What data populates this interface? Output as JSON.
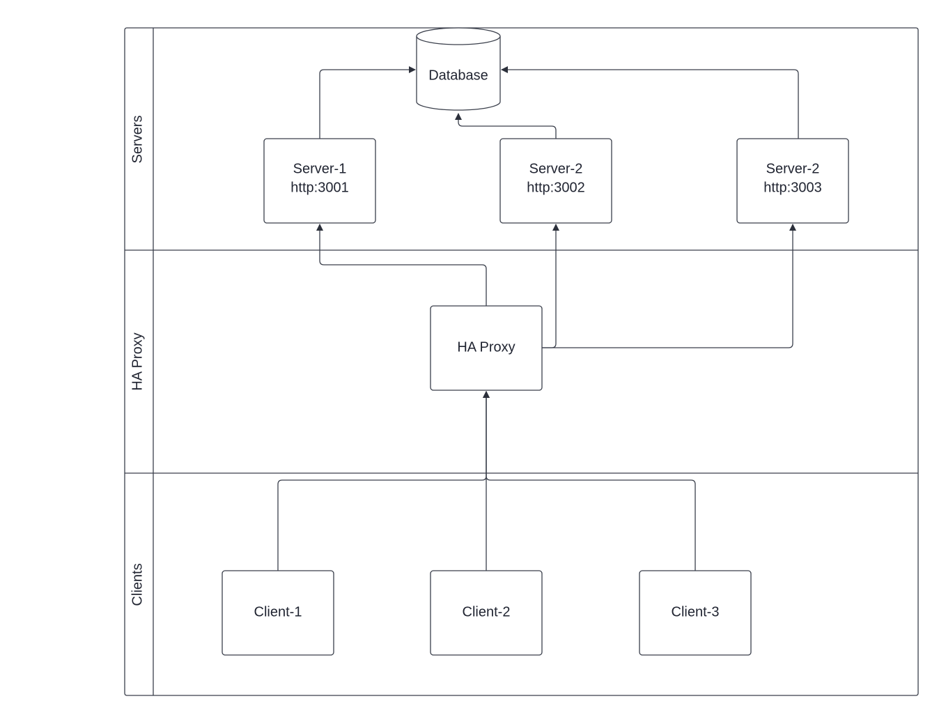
{
  "swimlanes": [
    {
      "id": "servers",
      "label": "Servers"
    },
    {
      "id": "proxy",
      "label": "HA Proxy"
    },
    {
      "id": "clients",
      "label": "Clients"
    }
  ],
  "nodes": {
    "database": {
      "label": "Database"
    },
    "server1": {
      "line1": "Server-1",
      "line2": "http:3001"
    },
    "server2": {
      "line1": "Server-2",
      "line2": "http:3002"
    },
    "server3": {
      "line1": "Server-2",
      "line2": "http:3003"
    },
    "haproxy": {
      "label": "HA Proxy"
    },
    "client1": {
      "label": "Client-1"
    },
    "client2": {
      "label": "Client-2"
    },
    "client3": {
      "label": "Client-3"
    }
  },
  "edges": [
    {
      "from": "server1",
      "to": "database"
    },
    {
      "from": "server2",
      "to": "database"
    },
    {
      "from": "server3",
      "to": "database"
    },
    {
      "from": "haproxy",
      "to": "server1"
    },
    {
      "from": "haproxy",
      "to": "server2"
    },
    {
      "from": "haproxy",
      "to": "server3"
    },
    {
      "from": "client1",
      "to": "haproxy"
    },
    {
      "from": "client2",
      "to": "haproxy"
    },
    {
      "from": "client3",
      "to": "haproxy"
    }
  ],
  "colors": {
    "stroke": "#3a3f4b",
    "text": "#1f2330",
    "background": "#ffffff"
  }
}
